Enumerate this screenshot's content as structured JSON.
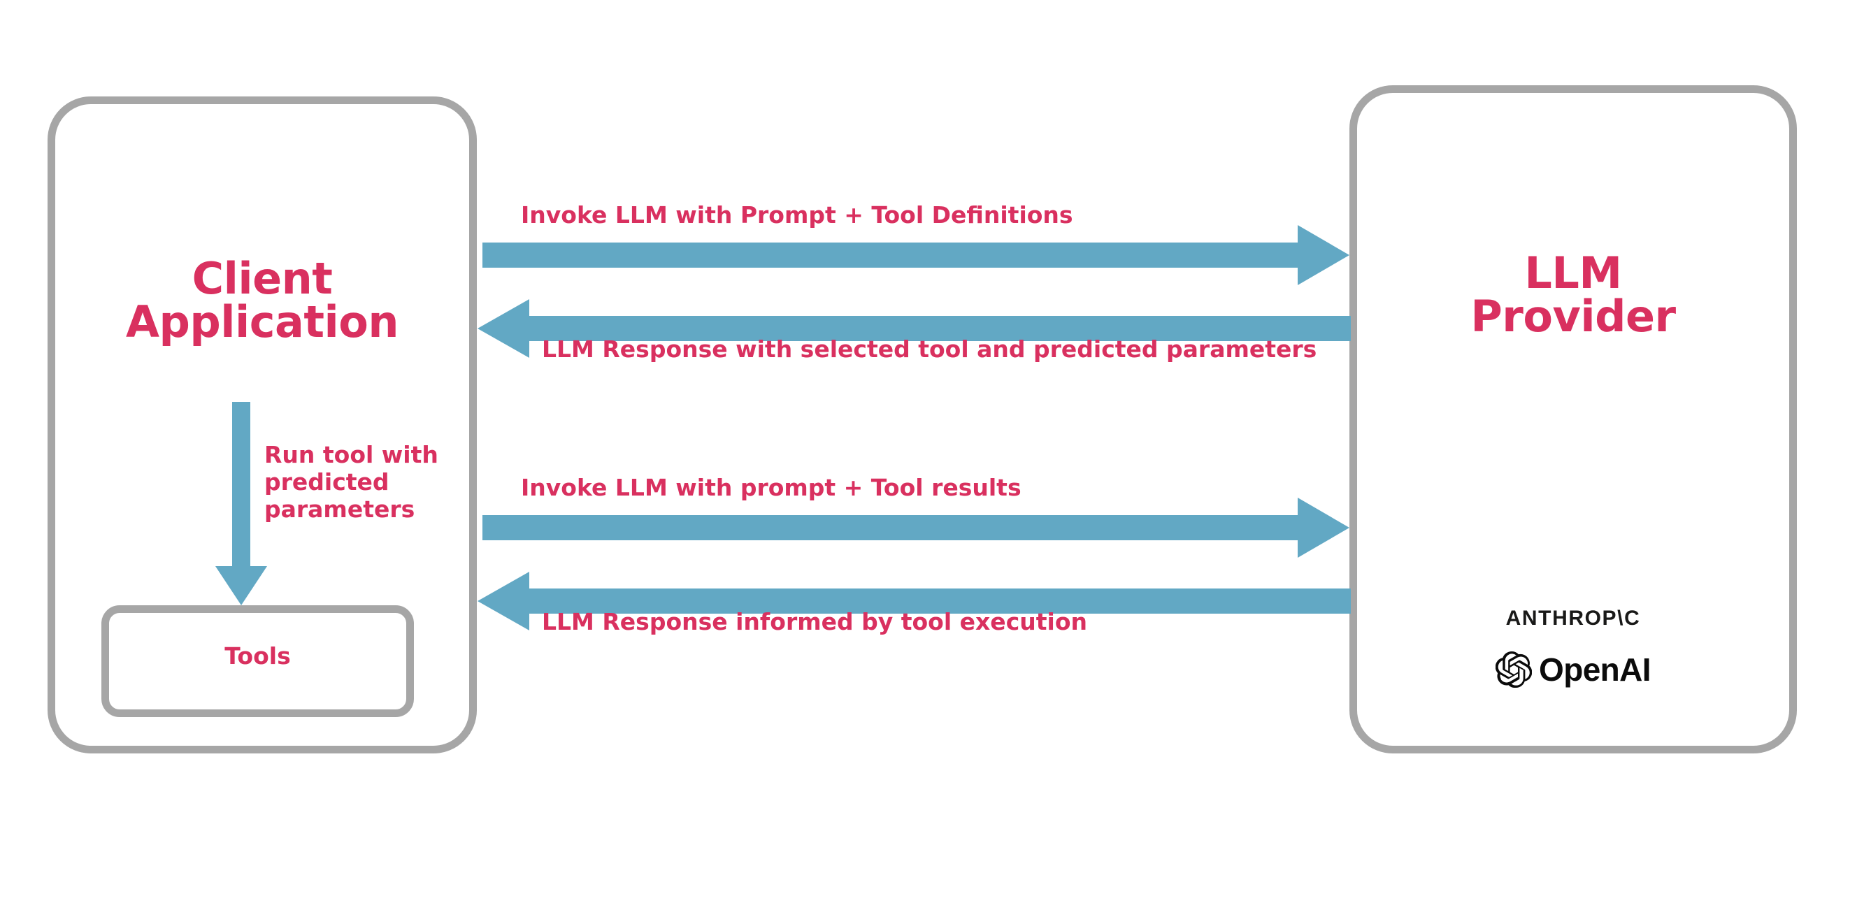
{
  "diagram": {
    "title_left": "Client\nApplication",
    "title_right": "LLM\nProvider",
    "colors": {
      "accent_text": "#d9305f",
      "arrow": "#62a8c4",
      "box_border": "#a6a6a6",
      "logo_text": "#191918",
      "background": "#ffffff"
    }
  },
  "client": {
    "title": "Client\nApplication",
    "tools": {
      "label": "Tools"
    },
    "internal_arrow": {
      "label": "Run tool with\npredicted\nparameters",
      "direction": "down"
    }
  },
  "provider": {
    "title": "LLM\nProvider",
    "logos": [
      {
        "name": "anthropic-logo",
        "text": "ANTHROP\\C"
      },
      {
        "name": "openai-logo",
        "text": "OpenAI"
      }
    ]
  },
  "messages": [
    {
      "id": "invoke-1",
      "label": "Invoke LLM with Prompt + Tool Definitions",
      "direction": "right",
      "label_position": "above"
    },
    {
      "id": "response-1",
      "label": "LLM Response with selected tool and predicted parameters",
      "direction": "left",
      "label_position": "below"
    },
    {
      "id": "invoke-2",
      "label": "Invoke LLM with prompt + Tool results",
      "direction": "right",
      "label_position": "above"
    },
    {
      "id": "response-2",
      "label": "LLM Response informed by tool execution",
      "direction": "left",
      "label_position": "below"
    }
  ]
}
